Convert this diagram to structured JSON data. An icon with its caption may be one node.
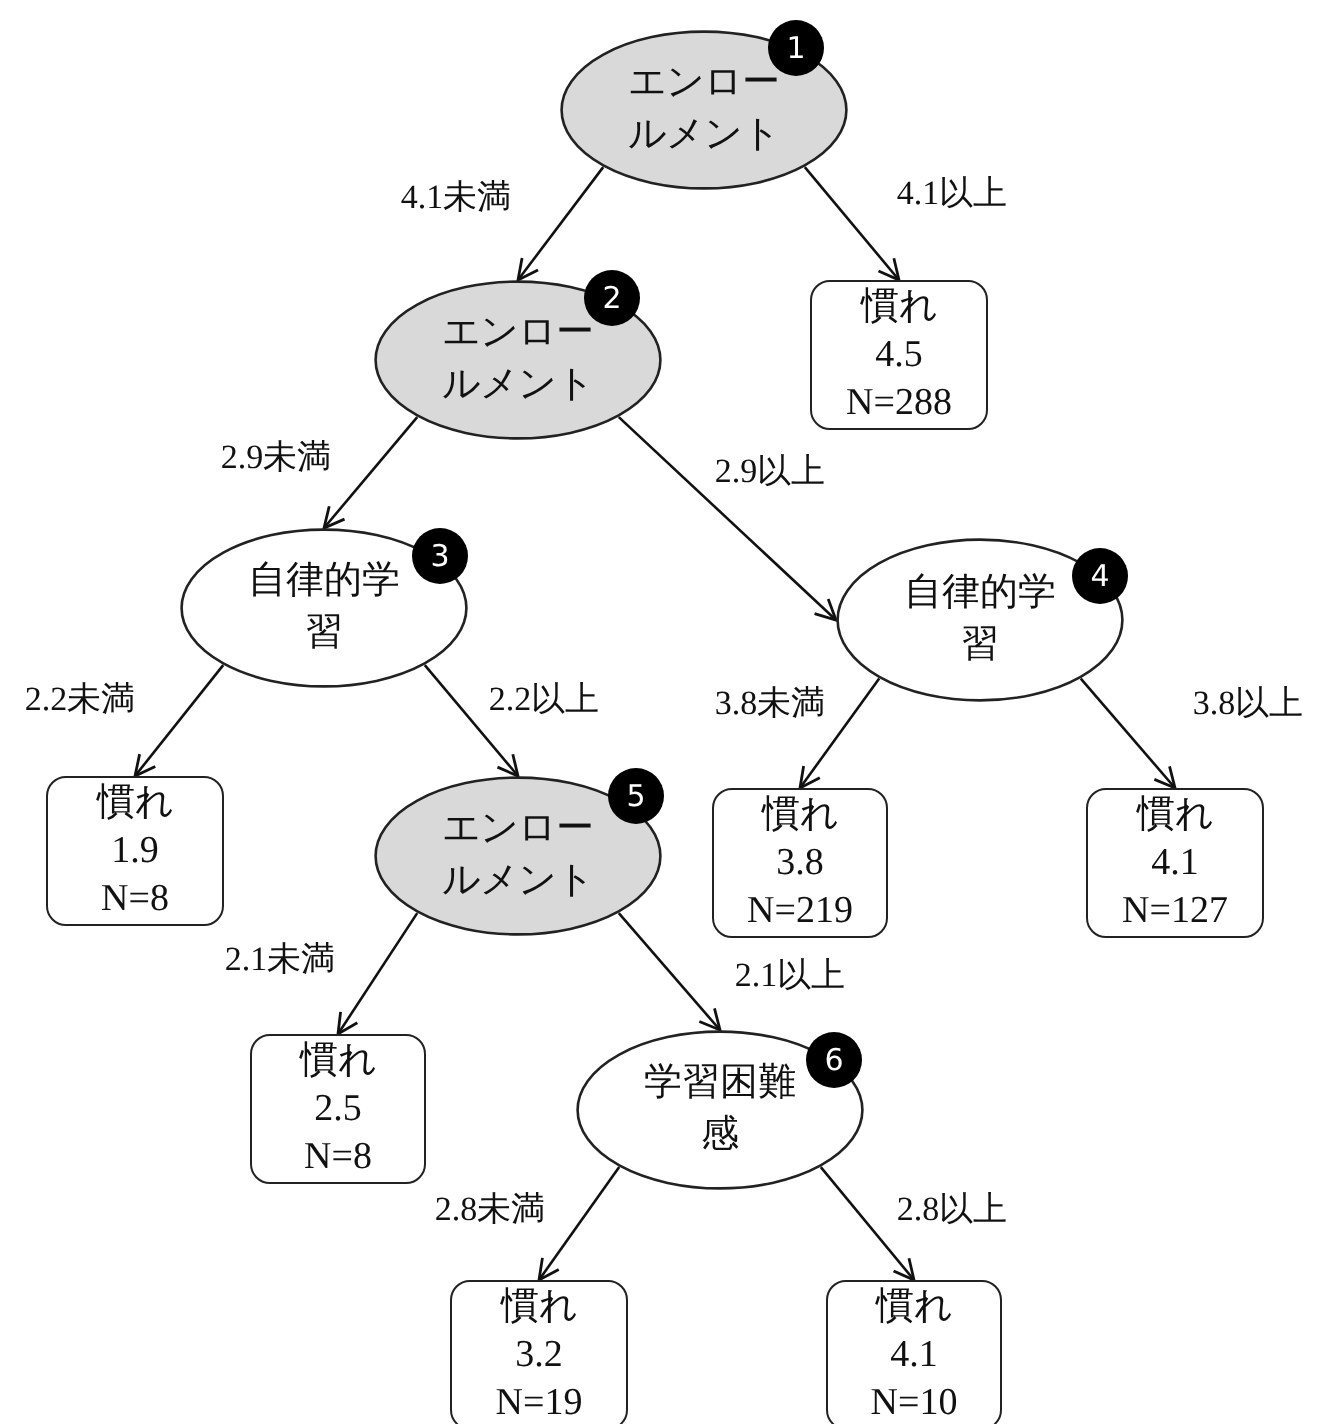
{
  "diagram": {
    "nodes": [
      {
        "text": [
          "エンロールメント"
        ],
        "beside": [
          "1"
        ]
      },
      {
        "text": [
          "エンロールメント"
        ],
        "beside": [
          "2"
        ]
      },
      {
        "text": [
          "慣れ",
          "4.5",
          "N=288"
        ]
      },
      {
        "text": [
          "自律的学習"
        ],
        "beside": [
          "3"
        ]
      },
      {
        "text": [
          "自律的学習"
        ],
        "beside": [
          "4"
        ]
      },
      {
        "text": [
          "慣れ",
          "1.9",
          "N=8"
        ]
      },
      {
        "text": [
          "エンロールメント"
        ],
        "beside": [
          "5"
        ]
      },
      {
        "text": [
          "慣れ",
          "3.8",
          "N=219"
        ]
      },
      {
        "text": [
          "慣れ",
          "4.1",
          "N=127"
        ]
      },
      {
        "text": [
          "慣れ",
          "2.5",
          "N=8"
        ]
      },
      {
        "text": [
          "学習困難感"
        ],
        "beside": [
          "6"
        ]
      },
      {
        "text": [
          "慣れ",
          "3.2",
          "N=19"
        ]
      },
      {
        "text": [
          "慣れ",
          "4.1",
          "N=10"
        ]
      }
    ],
    "edges": [
      {
        "from": 0,
        "to": 1,
        "arrow": "to",
        "label": "4.1未満"
      },
      {
        "from": 0,
        "to": 2,
        "arrow": "to",
        "label": "4.1以上"
      },
      {
        "from": 1,
        "to": 3,
        "arrow": "to",
        "label": "2.9未満"
      },
      {
        "from": 1,
        "to": 4,
        "arrow": "to",
        "label": "2.9以上"
      },
      {
        "from": 3,
        "to": 5,
        "arrow": "to",
        "label": "2.2未満"
      },
      {
        "from": 3,
        "to": 6,
        "arrow": "to",
        "label": "2.2以上"
      },
      {
        "from": 4,
        "to": 7,
        "arrow": "to",
        "label": "3.8未満"
      },
      {
        "from": 4,
        "to": 8,
        "arrow": "to",
        "label": "3.8以上"
      },
      {
        "from": 6,
        "to": 9,
        "arrow": "to",
        "label": "2.1未満"
      },
      {
        "from": 6,
        "to": 10,
        "arrow": "to",
        "label": "2.1以上"
      },
      {
        "from": 10,
        "to": 11,
        "arrow": "to",
        "label": "2.8未満"
      },
      {
        "from": 10,
        "to": 12,
        "arrow": "to",
        "label": "2.8以上"
      }
    ]
  }
}
